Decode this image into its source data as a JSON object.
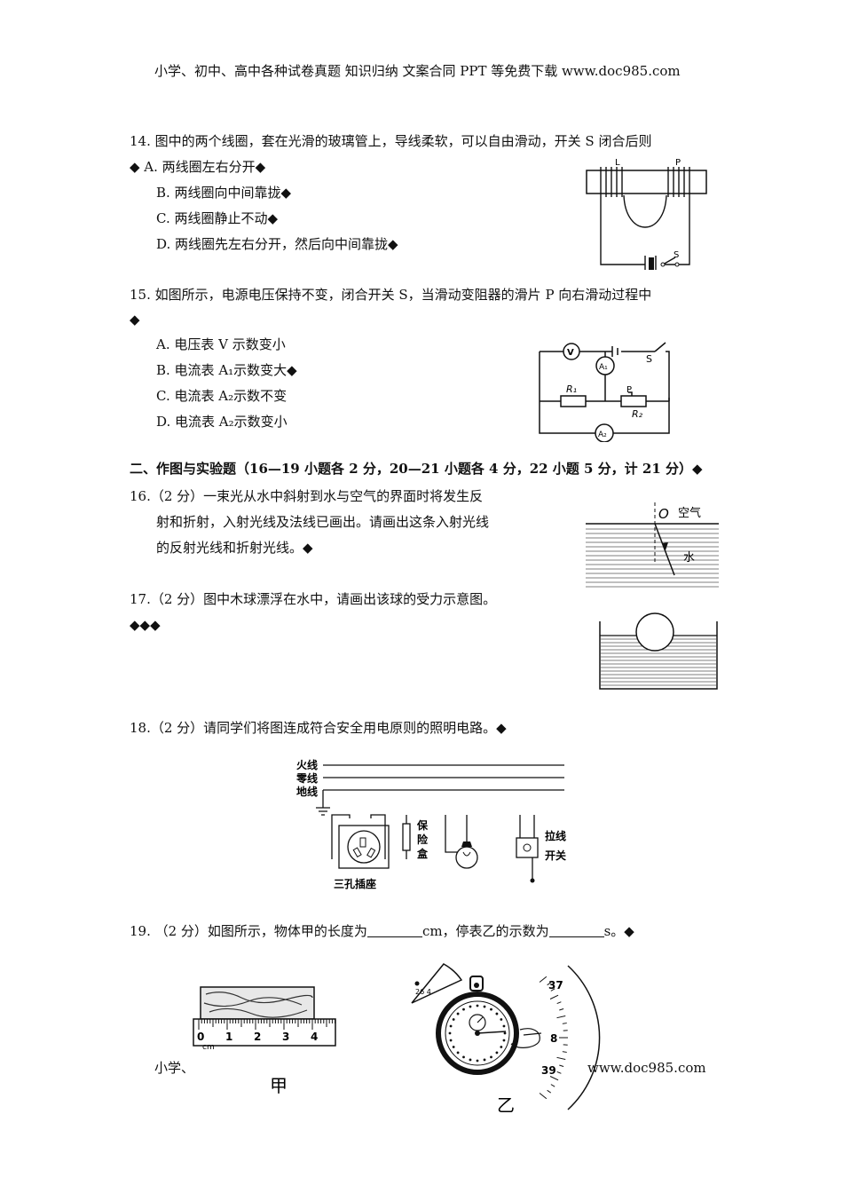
{
  "header": {
    "text": "小学、初中、高中各种试卷真题 知识归纳 文案合同 PPT 等免费下载   www.doc985.com"
  },
  "q14": {
    "stem": "14.  图中的两个线圈，套在光滑的玻璃管上，导线柔软，可以自由滑动，开关 S 闭合后则",
    "options": [
      "◆  A.   两线圈左右分开◆",
      "B.   两线圈向中间靠拢◆",
      "C.   两线圈静止不动◆",
      "D.   两线圈先左右分开，然后向中间靠拢◆"
    ],
    "figure": {
      "label_l": "L",
      "label_p": "P",
      "label_s": "S"
    }
  },
  "q15": {
    "stem": "15.  如图所示，电源电压保持不变，闭合开关 S，当滑动变阻器的滑片 P 向右滑动过程中",
    "stem_cont": "◆",
    "options": [
      "A.  电压表 V 示数变小",
      "B.  电流表 A₁示数变大◆",
      "C.  电流表 A₂示数不变",
      "D.  电流表 A₂示数变小"
    ],
    "figure": {
      "v": "V",
      "a1": "A₁",
      "a2": "A₂",
      "s": "S",
      "r1": "R₁",
      "r2": "R₂",
      "p": "P"
    }
  },
  "section2": {
    "title": "二、作图与实验题（16—19 小题各 2 分，20—21 小题各 4 分，22 小题 5 分，计 21 分）◆"
  },
  "q16": {
    "lines": [
      "16.（2 分）一束光从水中斜射到水与空气的界面时将发生反",
      "射和折射，入射光线及法线已画出。请画出这条入射光线",
      "的反射光线和折射光线。◆"
    ],
    "figure": {
      "o": "O",
      "air": "空气",
      "water": "水"
    }
  },
  "q17": {
    "stem": "17.（2 分）图中木球漂浮在水中，请画出该球的受力示意图。",
    "cont": "◆◆◆"
  },
  "q18": {
    "stem": "18.（2 分）请同学们将图连成符合安全用电原则的照明电路。◆",
    "figure": {
      "live": "火线",
      "neutral": "零线",
      "ground": "地线",
      "fuse_1": "保",
      "fuse_2": "险",
      "fuse_3": "盒",
      "socket": "三孔插座",
      "switch_1": "拉线",
      "switch_2": "开关"
    }
  },
  "q19": {
    "stem_a": "19.  （2 分）如图所示，物体甲的长度为",
    "stem_b": "cm，停表乙的示数为",
    "stem_c": "s。◆",
    "figure": {
      "ruler_ticks": [
        "0",
        "1",
        "2",
        "3",
        "4"
      ],
      "ruler_unit": "cm",
      "label_jia": "甲",
      "label_yi": "乙",
      "dial_37": "37",
      "dial_8": "8",
      "dial_39": "39",
      "small_dial": "26  4"
    }
  },
  "footer": {
    "left": "小学、",
    "right": "www.doc985.com"
  }
}
